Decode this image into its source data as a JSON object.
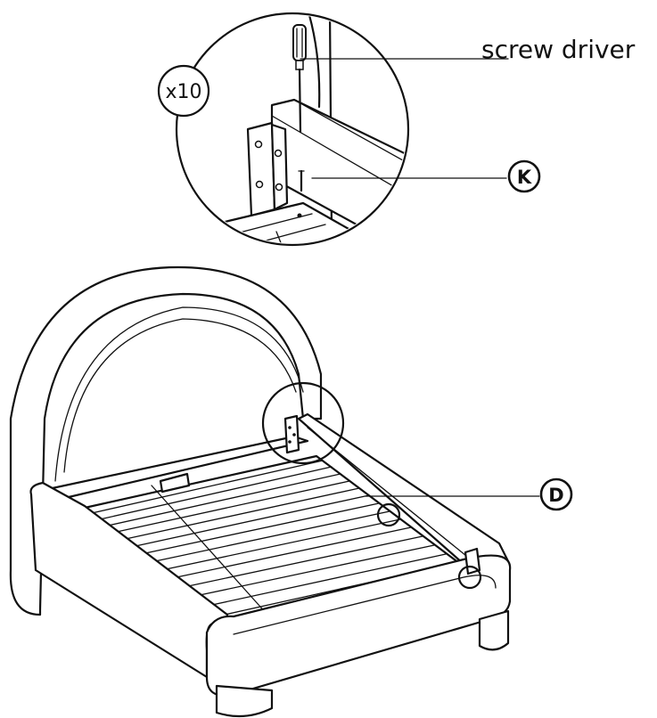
{
  "labels": {
    "tool": "screw driver",
    "quantity": "x10",
    "screw_part": "K",
    "frame_part": "D"
  },
  "colors": {
    "line": "#111111",
    "background": "#ffffff"
  }
}
